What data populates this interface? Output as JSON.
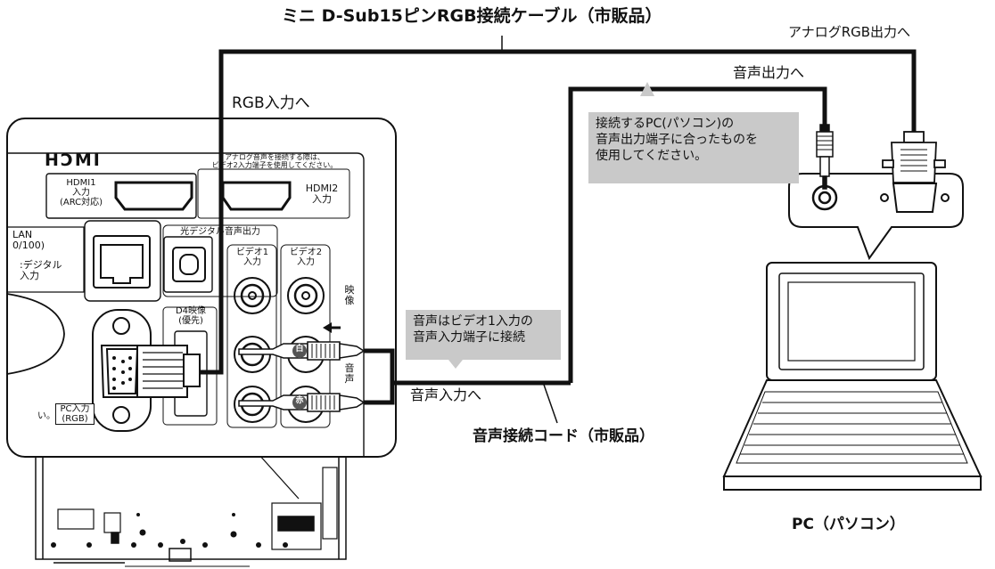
{
  "labels": {
    "rgb_cable": "ミニ D-Sub15ピンRGB接続ケーブル（市販品）",
    "analog_rgb_out": "アナログRGB出力へ",
    "audio_out": "音声出力へ",
    "rgb_in": "RGB入力へ",
    "audio_in": "音声入力へ",
    "audio_cord": "音声接続コード（市販品）",
    "pc": "PC（パソコン）"
  },
  "notes": {
    "pc_audio": "接続するPC(パソコン)の\n音声出力端子に合ったものを\n使用してください。",
    "video1_audio": "音声はビデオ1入力の\n音声入力端子に接続"
  },
  "panel": {
    "hdmi_logo": "HƆMI",
    "analog_note": "アナログ音声を接続する際は、\nビデオ2入力端子を使用してください。",
    "hdmi1": "HDMI1\n入力\n(ARC対応)",
    "hdmi2": "HDMI2\n入力",
    "lan": "LAN\n0/100)",
    "digital_in": ":デジタル\n入力",
    "optical_out": "光デジタル音声出力",
    "video1": "ビデオ1\n入力",
    "video2": "ビデオ2\n入力",
    "eizo": "映\n像",
    "onsei": "音\n声",
    "d4": "D4映像\n(優先)",
    "pc_in": "PC入力\n(RGB)",
    "ii": "い。",
    "white_plug": "白",
    "red_plug": "赤"
  },
  "colors": {
    "note_bg": "#c9c9c9",
    "line": "#111111"
  }
}
